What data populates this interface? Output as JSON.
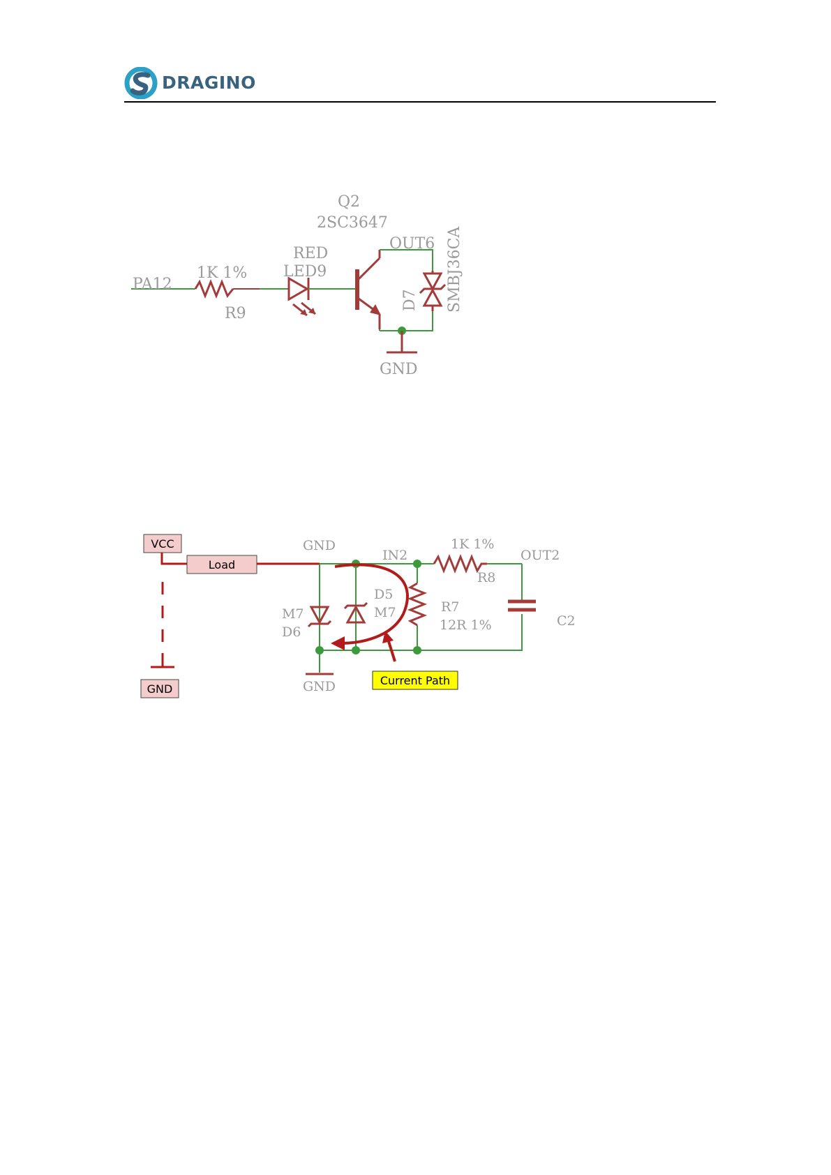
{
  "header": {
    "brand": "DRAGINO",
    "colors": {
      "brand": "#38627f",
      "brand_light": "#2ba1c6"
    }
  },
  "schematic_top": {
    "transistor_ref": "Q2",
    "transistor_part": "2SC3647",
    "net_out": "OUT6",
    "tvs_part": "SMBJ36CA",
    "tvs_ref": "D7",
    "led_color": "RED",
    "led_ref": "LED9",
    "resistor_value": "1K 1%",
    "resistor_ref": "R9",
    "net_in": "PA12",
    "ground": "GND"
  },
  "schematic_bottom": {
    "vcc_label": "VCC",
    "load_label": "Load",
    "gnd_box_label": "GND",
    "gnd_top": "GND",
    "net_in": "IN2",
    "resistor_series_value": "1K 1%",
    "net_out": "OUT2",
    "resistor_series_ref": "R8",
    "diode_ref_right": "D5",
    "diode_m_right": "M7",
    "diode_m_left": "M7",
    "diode_ref_left": "D6",
    "resistor_shunt_ref": "R7",
    "resistor_shunt_value": "12R 1%",
    "cap_ref": "C2",
    "gnd_bottom": "GND",
    "callout": "Current Path"
  },
  "colors": {
    "wire": "#3c9a3c",
    "component": "#a33b3b",
    "label": "#9a9a9a",
    "box_fill": "#f4cccc",
    "callout_fill": "#ffff00"
  }
}
